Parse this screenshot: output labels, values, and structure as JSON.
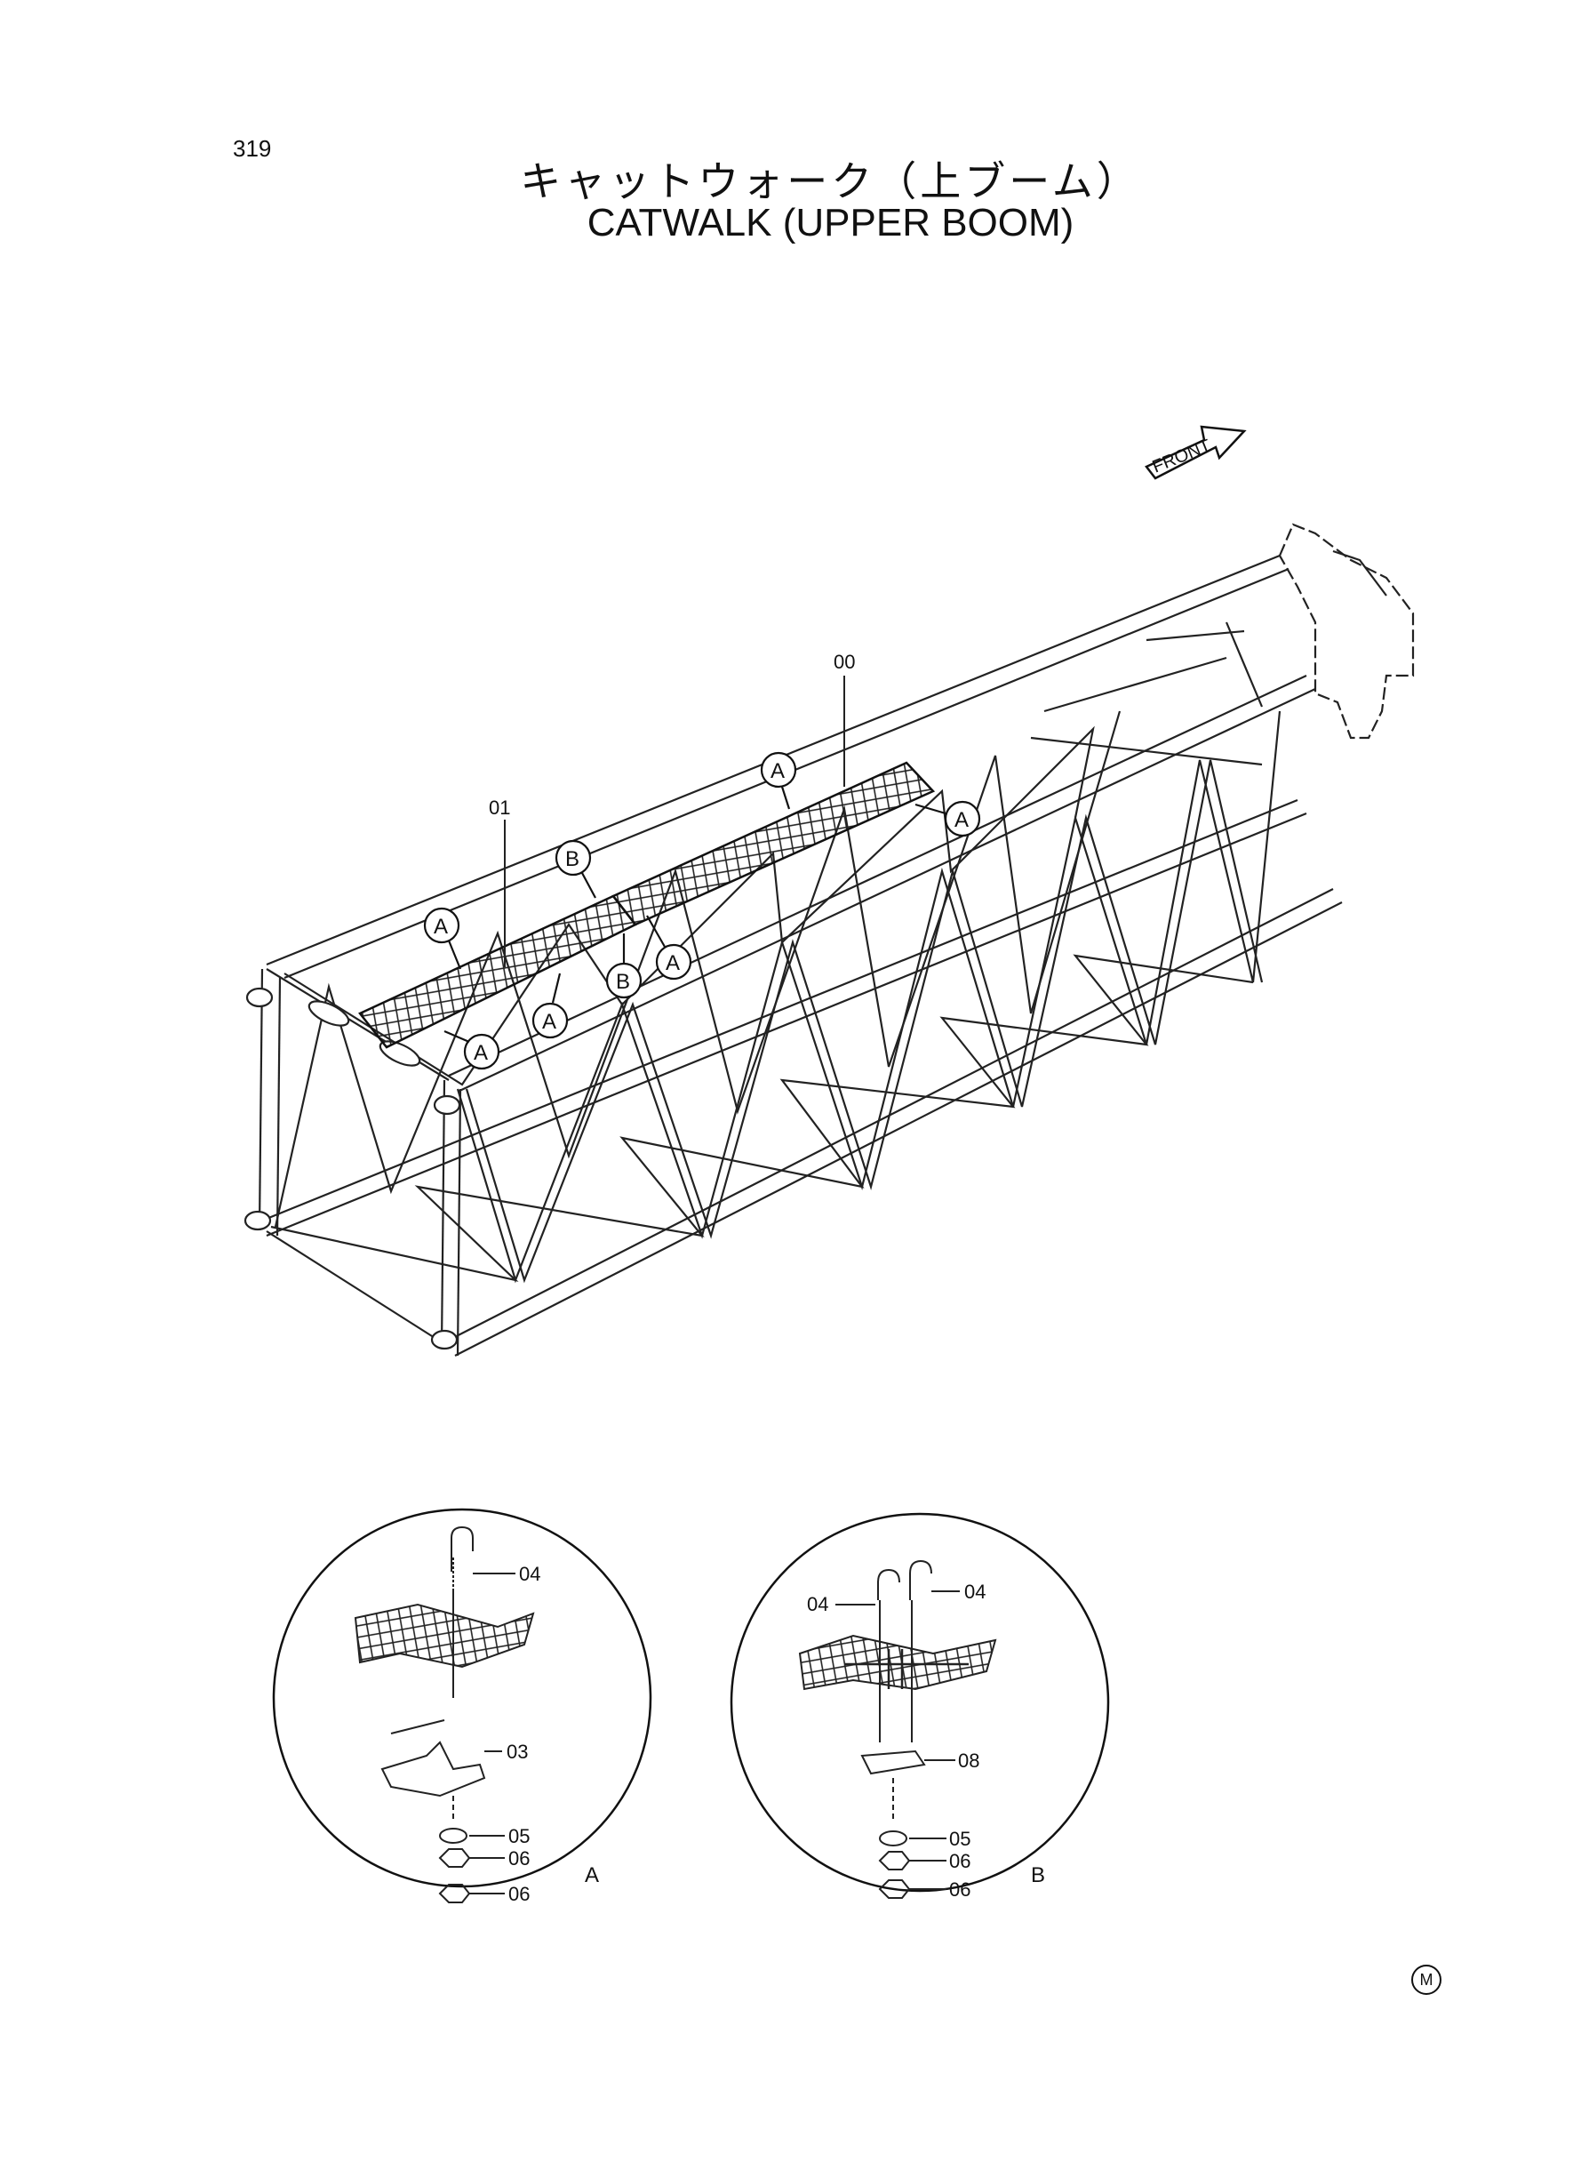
{
  "page_number": "319",
  "title_jp": "キャットウォーク（上ブーム）",
  "title_en": "CATWALK (UPPER BOOM)",
  "front_label": "FRONT",
  "part_labels": {
    "assembly": "00",
    "catwalk": "01",
    "ubolt": "04",
    "clamp": "03",
    "washer": "05",
    "nut": "06",
    "plate": "08"
  },
  "callouts": {
    "a": "A",
    "b": "B"
  },
  "detail_a_label": "A",
  "detail_b_label": "B",
  "corner_mark": "M"
}
